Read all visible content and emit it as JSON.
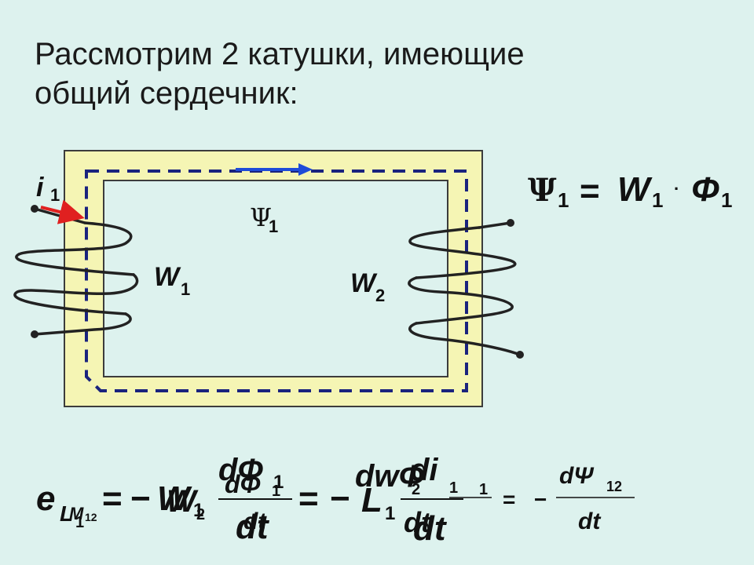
{
  "title": {
    "line1": "Рассмотрим 2 катушки, имеющие",
    "line2": "общий сердечник:"
  },
  "diagram": {
    "current_label": "i",
    "current_sub": "1",
    "flux_symbol": "Ψ",
    "flux_sub": "1",
    "coil1_label": "W",
    "coil1_sub": "1",
    "coil2_label": "W",
    "coil2_sub": "2",
    "colors": {
      "core_fill": "#f5f5b4",
      "core_stroke": "#3c3c3c",
      "flux_path": "#1a237e",
      "flux_arrow": "#1e4bd8",
      "current_arrow": "#e02020",
      "coil": "#222222"
    }
  },
  "formula_top": {
    "psi": "Ψ",
    "psi_sub": "1",
    "eq": "=",
    "w": "W",
    "w_sub": "1",
    "dot": "·",
    "phi": "Φ",
    "phi_sub": "1"
  },
  "formula_bottom": {
    "e": "e",
    "e_sub_L": "L",
    "e_sub_L_sub": "1",
    "e_sub_M": "M",
    "e_sub_M_sub": "12",
    "eq1": "=",
    "minus1": "−",
    "w1": "W",
    "w1_sub": "1",
    "w2_overlap": "W",
    "w2_overlap_sub": "2",
    "frac1_num": "dΦ",
    "frac1_num_sub": "1",
    "frac1_num_b": "dΦ",
    "frac1_num_b_sub": "1",
    "frac1_den": "dt",
    "frac1_den_b": "dt",
    "eq2": "=",
    "minus2": "−",
    "L": "L",
    "L_sub": "1",
    "frac2_num_a": "dwΦ",
    "frac2_num_a_sub2": "2",
    "frac2_num_a_sub1": "1",
    "frac2_num_b": "di",
    "frac2_num_b_sub": "1",
    "frac2_den_a": "dt",
    "frac2_den_b": "dt",
    "eq3": "=",
    "minus3": "−",
    "frac3_num": "dΨ",
    "frac3_num_sub": "12",
    "frac3_den": "dt"
  }
}
